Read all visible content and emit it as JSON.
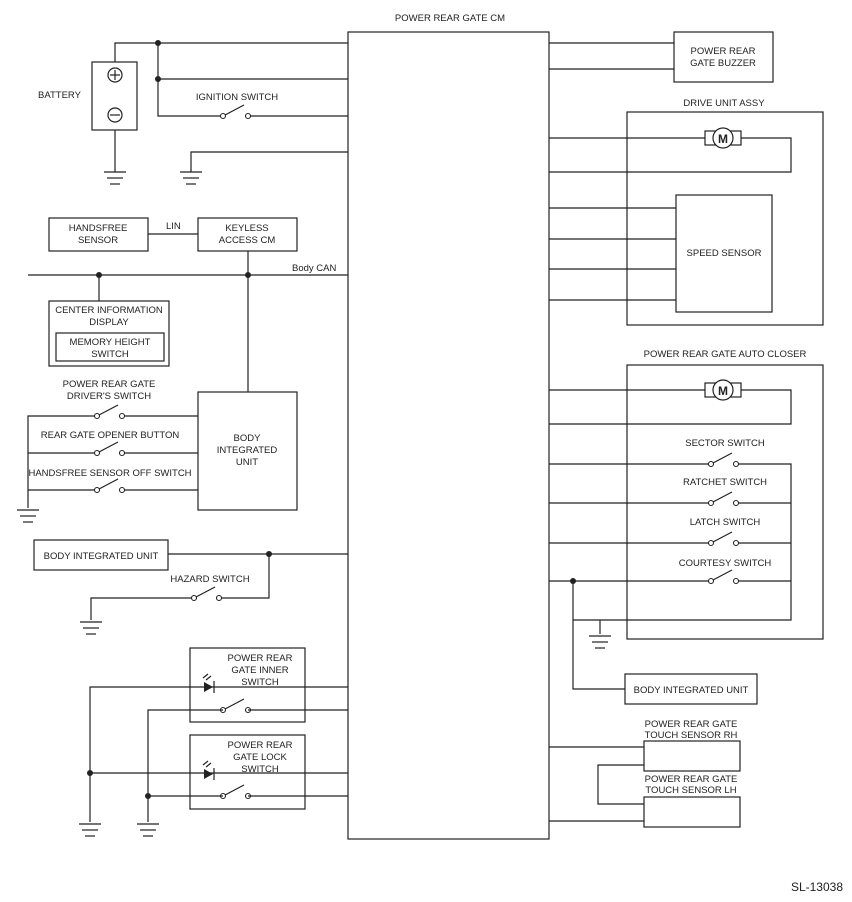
{
  "diagram": {
    "cm_title": "POWER REAR GATE CM",
    "battery": "BATTERY",
    "ignition_switch": "IGNITION SWITCH",
    "handsfree_sensor": [
      "HANDSFREE",
      "SENSOR"
    ],
    "lin": "LIN",
    "keyless_access_cm": [
      "KEYLESS",
      "ACCESS CM"
    ],
    "body_can": "Body CAN",
    "center_info_display": [
      "CENTER INFORMATION",
      "DISPLAY"
    ],
    "memory_height_switch": [
      "MEMORY HEIGHT",
      "SWITCH"
    ],
    "driver_switch": [
      "POWER REAR GATE",
      "DRIVER'S SWITCH"
    ],
    "opener_button": "REAR GATE OPENER BUTTON",
    "handsfree_off_switch": "HANDSFREE SENSOR OFF SWITCH",
    "body_integrated_unit_multi": [
      "BODY",
      "INTEGRATED",
      "UNIT"
    ],
    "body_integrated_unit": "BODY INTEGRATED UNIT",
    "hazard_switch": "HAZARD SWITCH",
    "inner_switch": [
      "POWER REAR",
      "GATE INNER",
      "SWITCH"
    ],
    "lock_switch": [
      "POWER REAR",
      "GATE LOCK",
      "SWITCH"
    ],
    "buzzer": [
      "POWER REAR",
      "GATE BUZZER"
    ],
    "drive_unit": "DRIVE UNIT ASSY",
    "motor_symbol": "M",
    "speed_sensor": "SPEED SENSOR",
    "auto_closer": "POWER REAR GATE AUTO CLOSER",
    "sector_switch": "SECTOR SWITCH",
    "ratchet_switch": "RATCHET SWITCH",
    "latch_switch": "LATCH SWITCH",
    "courtesy_switch": "COURTESY SWITCH",
    "touch_sensor_rh": [
      "POWER REAR GATE",
      "TOUCH SENSOR RH"
    ],
    "touch_sensor_lh": [
      "POWER REAR GATE",
      "TOUCH SENSOR LH"
    ],
    "diagram_id": "SL-13038"
  }
}
